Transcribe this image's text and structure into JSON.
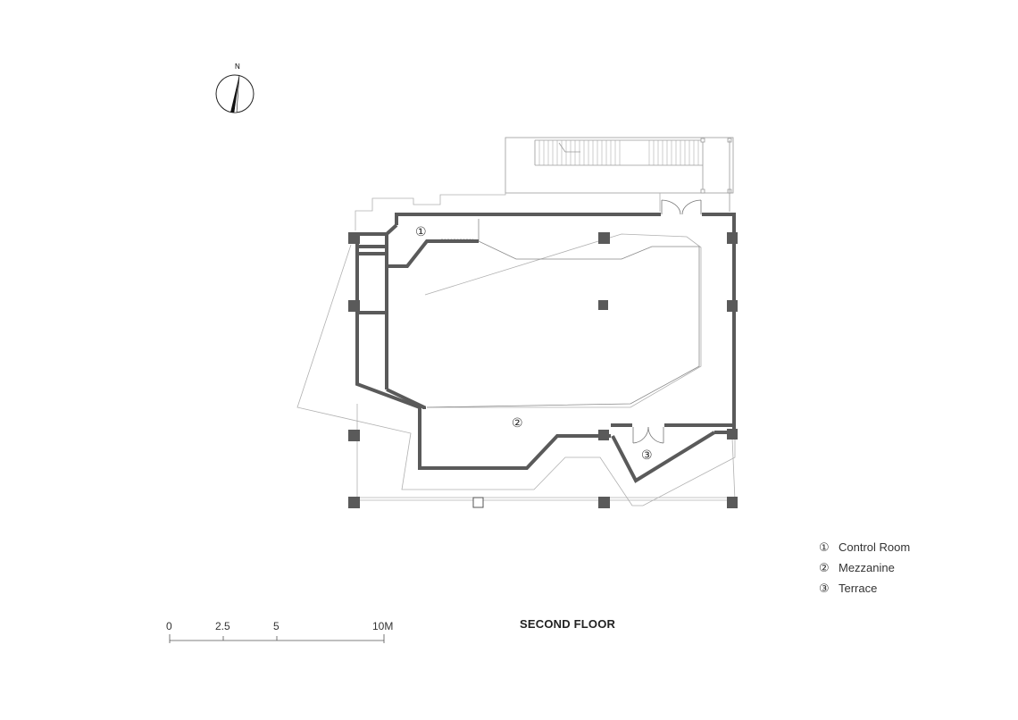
{
  "drawing_title": "SECOND FLOOR",
  "north_label": "N",
  "scale_bar": {
    "labels": [
      "0",
      "2.5",
      "5",
      "10M"
    ],
    "values": [
      0,
      2.5,
      5,
      10
    ]
  },
  "room_markers": [
    "①",
    "②",
    "③"
  ],
  "legend": [
    {
      "num": "①",
      "label": "Control Room"
    },
    {
      "num": "②",
      "label": "Mezzanine"
    },
    {
      "num": "③",
      "label": "Terrace"
    }
  ],
  "colors": {
    "wall": "#5a5a5a",
    "column": "#5a5a5a",
    "thin_line": "#9a9a9a",
    "text": "#333333"
  }
}
